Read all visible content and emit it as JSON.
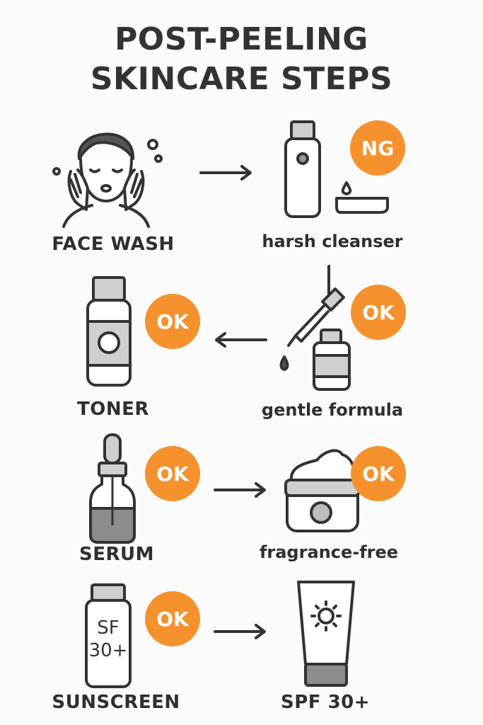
{
  "title": {
    "line1": "POST-PEELING",
    "line2": "SKINCARE STEPS"
  },
  "rows": [
    {
      "left_label": "FACE WASH",
      "right_label": "harsh cleanser",
      "right_badge": "NG",
      "arrow": "right"
    },
    {
      "left_label": "TONER",
      "left_badge": "OK",
      "right_label": "gentle formula",
      "right_badge": "OK",
      "arrow": "left"
    },
    {
      "left_label": "SERUM",
      "left_badge": "OK",
      "right_label": "fragrance-free",
      "right_badge": "OK",
      "arrow": "right"
    },
    {
      "left_label": "SUNSCREEN",
      "left_badge": "OK",
      "right_label": "SPF 30+",
      "arrow": "right"
    }
  ],
  "sunscreen_bottle_text": {
    "line1": "SF",
    "line2": "30+"
  },
  "colors": {
    "accent": "#f5922d",
    "stroke": "#333333",
    "fill_gray": "#cfcfcf",
    "background": "#fbfbfb"
  }
}
